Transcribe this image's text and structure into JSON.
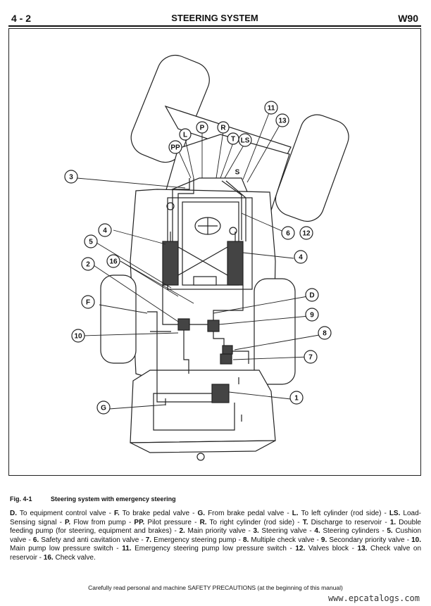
{
  "header": {
    "page_number": "4 - 2",
    "title": "STEERING SYSTEM",
    "model": "W90"
  },
  "figure": {
    "callouts": [
      "11",
      "13",
      "L",
      "P",
      "R",
      "T",
      "LS",
      "PP",
      "S",
      "3",
      "6",
      "12",
      "4",
      "5",
      "16",
      "4",
      "2",
      "D",
      "F",
      "9",
      "10",
      "8",
      "7",
      "G",
      "1"
    ]
  },
  "caption": {
    "number": "Fig. 4-1",
    "text": "Steering system with emergency steering"
  },
  "legend": [
    {
      "key": "D.",
      "text": " To equipment control valve - "
    },
    {
      "key": "F.",
      "text": " To brake pedal valve - "
    },
    {
      "key": "G.",
      "text": " From brake pedal valve - "
    },
    {
      "key": "L.",
      "text": " To left cylinder (rod side) - "
    },
    {
      "key": "LS.",
      "text": " Load-Sensing signal - "
    },
    {
      "key": "P.",
      "text": " Flow from pump - "
    },
    {
      "key": "PP.",
      "text": " Pilot pressure - "
    },
    {
      "key": "R.",
      "text": " To right cylinder (rod side) - "
    },
    {
      "key": "T.",
      "text": " Discharge to reservoir - "
    },
    {
      "key": "1.",
      "text": " Double feeding pump (for steering, equipment and brakes) - "
    },
    {
      "key": "2.",
      "text": " Main priority valve - "
    },
    {
      "key": "3.",
      "text": " Steering valve - "
    },
    {
      "key": "4.",
      "text": " Steering cylinders - "
    },
    {
      "key": "5.",
      "text": " Cushion valve - "
    },
    {
      "key": "6.",
      "text": " Safety and anti cavitation valve - "
    },
    {
      "key": "7.",
      "text": " Emergency steering pump - "
    },
    {
      "key": "8.",
      "text": " Multiple check valve - "
    },
    {
      "key": "9.",
      "text": " Secondary priority valve - "
    },
    {
      "key": "10.",
      "text": " Main pump low pressure switch - "
    },
    {
      "key": "11.",
      "text": " Emergency steering pump low pressure switch - "
    },
    {
      "key": "12.",
      "text": " Valves block - "
    },
    {
      "key": "13.",
      "text": " Check valve on reservoir - "
    },
    {
      "key": "16.",
      "text": " Check valve."
    }
  ],
  "footer": {
    "text": "Carefully read personal and machine SAFETY PRECAUTIONS (at the beginning of this manual)"
  },
  "watermark": {
    "text": "www.epcatalogs.com"
  }
}
